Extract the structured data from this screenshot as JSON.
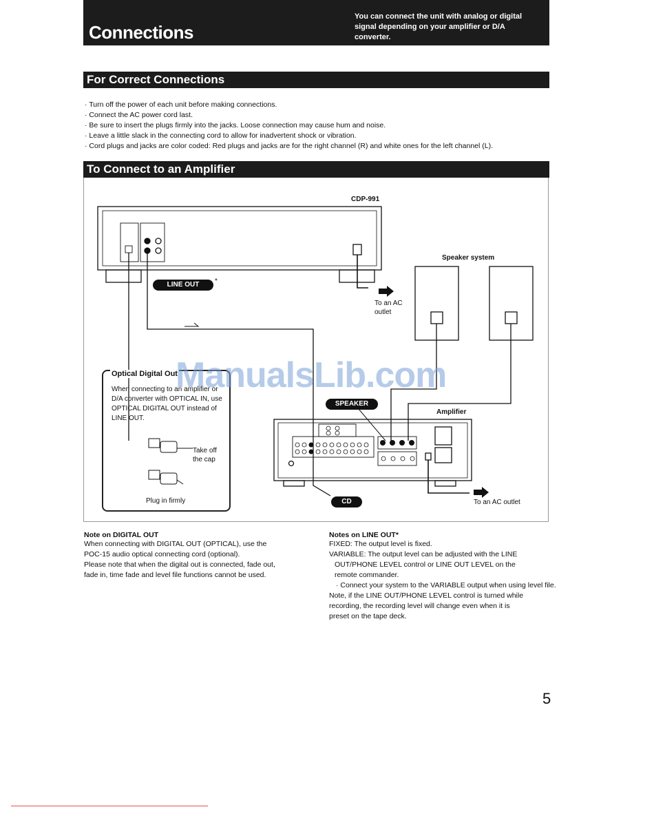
{
  "header": {
    "title": "Connections",
    "description": "You can connect the unit with analog or digital signal depending on your amplifier or D/A converter."
  },
  "section_correct": {
    "title": "For Correct Connections",
    "bullets": [
      "Turn off the power of each unit before making connections.",
      "Connect the AC power cord last.",
      "Be sure to insert the plugs firmly into the jacks. Loose connection may cause hum and noise.",
      "Leave a little slack in the connecting cord to allow for inadvertent shock or vibration.",
      "Cord plugs and jacks are color coded: Red plugs and jacks are for the right channel (R) and white ones for the left channel (L)."
    ]
  },
  "section_amplifier": {
    "title": "To Connect to an Amplifier"
  },
  "diagram": {
    "cdp_label": "CDP-991",
    "line_out_label": "LINE OUT",
    "line_out_asterisk": "*",
    "ac_outlet_top": [
      "To an AC",
      "outlet"
    ],
    "speaker_system_label": "Speaker system",
    "speaker_pill": "SPEAKER",
    "amplifier_label": "Amplifier",
    "cd_pill": "CD",
    "ac_outlet_bottom": "To an AC outlet",
    "optical": {
      "title": "Optical Digital Out",
      "description": "When connecting to an amplifier or D/A converter with OPTICAL IN, use OPTICAL DIGITAL OUT instead of LINE OUT.",
      "take_off_cap": [
        "Take off",
        "the cap"
      ],
      "plug_in": "Plug in firmly"
    }
  },
  "notes_digital": {
    "title": "Note on DIGITAL OUT",
    "lines": [
      "When connecting with DIGITAL OUT (OPTICAL), use the",
      "POC-15 audio optical connecting cord (optional).",
      "Please note that when the digital out is connected, fade out,",
      "fade in, time fade and level file functions cannot be used."
    ]
  },
  "notes_line_out": {
    "title": "Notes on LINE OUT*",
    "fixed": "FIXED: The output level is fixed.",
    "variable_1": "VARIABLE: The output level can be adjusted with the LINE",
    "variable_2": "OUT/PHONE LEVEL control or LINE OUT LEVEL on the",
    "variable_3": "remote commander.",
    "variable_bullet": "· Connect your system to the VARIABLE output when using level file.",
    "note_1": "Note, if the LINE OUT/PHONE LEVEL control is turned while",
    "note_2": "recording, the recording level will change even when  it is",
    "note_3": "preset on the tape deck."
  },
  "watermark": "ManualsLib.com",
  "page_number": "5"
}
